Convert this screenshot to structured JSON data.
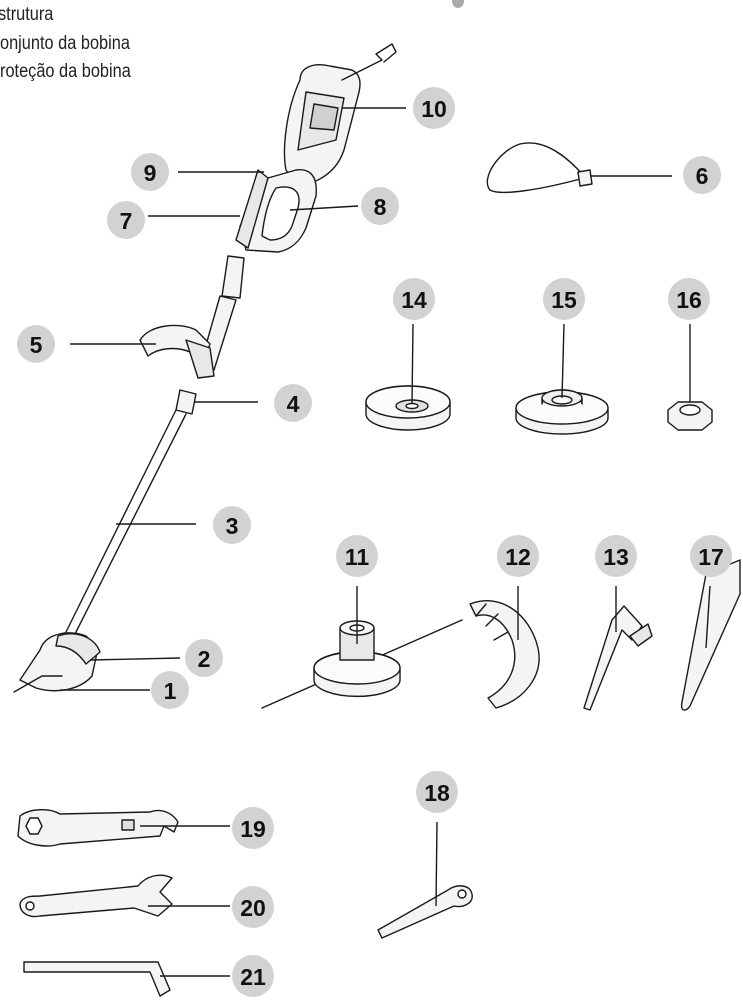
{
  "legend": {
    "lines": [
      "strutura",
      "onjunto da bobina",
      "roteção da bobina"
    ],
    "top_right_partial": "..."
  },
  "callouts": {
    "c1": "1",
    "c2": "2",
    "c3": "3",
    "c4": "4",
    "c5": "5",
    "c6": "6",
    "c7": "7",
    "c8": "8",
    "c9": "9",
    "c10": "10",
    "c11": "11",
    "c12": "12",
    "c13": "13",
    "c14": "14",
    "c15": "15",
    "c16": "16",
    "c17": "17",
    "c18": "18",
    "c19": "19",
    "c20": "20",
    "c21": "21"
  },
  "colors": {
    "callout_fill": "#d2d2d2",
    "line": "#1a1a1a",
    "part_fill": "#f4f4f4"
  }
}
